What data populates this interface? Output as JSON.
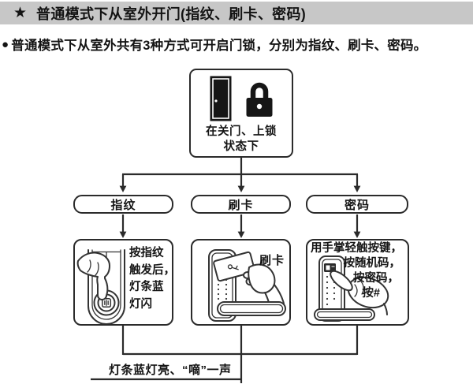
{
  "header": {
    "star": "★",
    "title": "普通模式下从室外开门(指纹、刷卡、密码)"
  },
  "intro": {
    "bullet": "●",
    "text": "普通模式下从室外共有3种方式可开启门锁，分别为指纹、刷卡、密码。"
  },
  "flowchart": {
    "start": {
      "line1": "在关门、上锁",
      "line2": "状态下"
    },
    "branches": [
      {
        "label": "指纹",
        "illustration": "fingerprint-press-illustration",
        "caption_lines": [
          "按指纹",
          "触发后，",
          "灯条蓝",
          "灯闪"
        ]
      },
      {
        "label": "刷卡",
        "illustration": "card-swipe-illustration",
        "caption": "刷卡"
      },
      {
        "label": "密码",
        "illustration": "keypad-touch-illustration",
        "caption_lines": [
          "用手掌轻触按键，",
          "按随机码，",
          "按密码，",
          "按#"
        ]
      }
    ],
    "result": "灯条蓝灯亮、“嘀”一声"
  },
  "icons": {
    "star": "star-icon",
    "bullet": "bullet-icon",
    "door": "door-icon",
    "padlock": "padlock-icon"
  },
  "colors": {
    "header_bg": "#c7c7c7",
    "line": "#2b2b2b",
    "background": "#ffffff"
  }
}
